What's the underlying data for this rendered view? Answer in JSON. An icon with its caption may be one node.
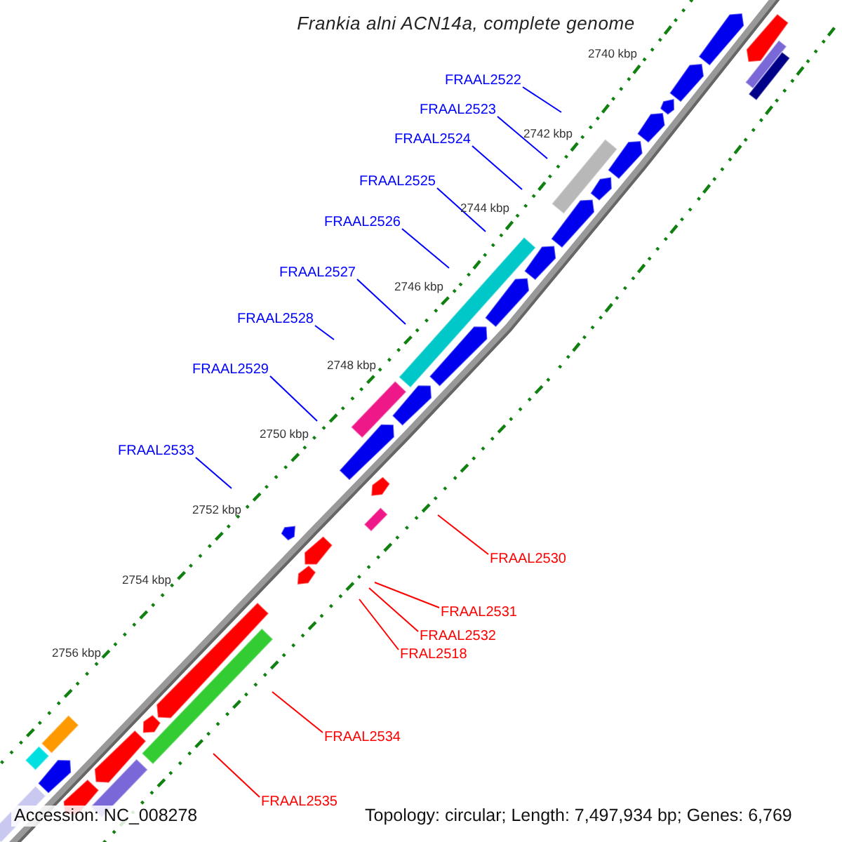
{
  "diagram": {
    "title": "Frankia alni ACN14a, complete genome",
    "nodes": [
      {
        "text": [
          "FRAAL2522"
        ]
      },
      {
        "text": [
          "FRAAL2523"
        ]
      },
      {
        "text": [
          "FRAAL2524"
        ]
      },
      {
        "text": [
          "FRAAL2525"
        ]
      },
      {
        "text": [
          "FRAAL2526"
        ]
      },
      {
        "text": [
          "FRAAL2527"
        ]
      },
      {
        "text": [
          "FRAAL2528"
        ]
      },
      {
        "text": [
          "FRAAL2529"
        ]
      },
      {
        "text": [
          "FRAAL2533"
        ]
      },
      {
        "text": [
          "FRAAL2530"
        ]
      },
      {
        "text": [
          "FRAAL2531"
        ]
      },
      {
        "text": [
          "FRAAL2532"
        ]
      },
      {
        "text": [
          "FRAL2518"
        ]
      },
      {
        "text": [
          "FRAAL2534"
        ]
      },
      {
        "text": [
          "FRAAL2535"
        ]
      }
    ],
    "edges": [
      {
        "from": 0,
        "to": null,
        "arrow": "none"
      },
      {
        "from": 1,
        "to": null,
        "arrow": "none"
      },
      {
        "from": 2,
        "to": null,
        "arrow": "none"
      },
      {
        "from": 3,
        "to": null,
        "arrow": "none"
      },
      {
        "from": 4,
        "to": null,
        "arrow": "none"
      },
      {
        "from": 5,
        "to": null,
        "arrow": "none"
      },
      {
        "from": 6,
        "to": null,
        "arrow": "none"
      },
      {
        "from": 7,
        "to": null,
        "arrow": "none"
      },
      {
        "from": 8,
        "to": null,
        "arrow": "none"
      },
      {
        "from": 9,
        "to": null,
        "arrow": "none",
        "color": "#ff0000"
      },
      {
        "from": 10,
        "to": null,
        "arrow": "none",
        "color": "#ff0000"
      },
      {
        "from": 11,
        "to": null,
        "arrow": "none",
        "color": "#ff0000"
      },
      {
        "from": 12,
        "to": null,
        "arrow": "none",
        "color": "#ff0000"
      },
      {
        "from": 13,
        "to": null,
        "arrow": "none",
        "color": "#ff0000"
      },
      {
        "from": 14,
        "to": null,
        "arrow": "none",
        "color": "#ff0000"
      }
    ],
    "labels": [
      "2740 kbp",
      "2742 kbp",
      "2744 kbp",
      "2746 kbp",
      "2748 kbp",
      "2750 kbp",
      "2752 kbp",
      "2754 kbp",
      "2756 kbp",
      "Accession: NC_008278",
      "Topology: circular; Length: 7,497,934 bp; Genes: 6,769"
    ]
  }
}
